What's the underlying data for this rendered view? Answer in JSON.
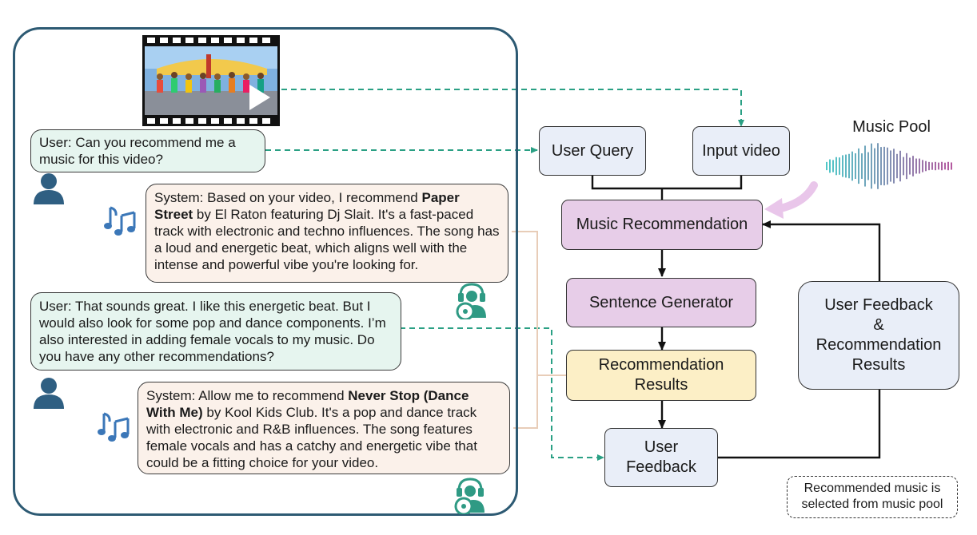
{
  "chat": {
    "user_query_1": "User: Can you recommend me a music for this video?",
    "system_reply_1": {
      "prefix": "System: Based on your video, I recommend ",
      "song": "Paper Street",
      "suffix": " by El Raton featuring Dj Slait. It's a fast-paced track with electronic and techno influences. The song has a loud and energetic beat, which aligns well with the intense and powerful vibe you're looking for."
    },
    "user_query_2": "User: That sounds great. I like this energetic beat. But I would also look for some pop and dance components. I’m also interested in adding female vocals to my music. Do you have any other recommendations?",
    "system_reply_2": {
      "prefix": "System: Allow me to recommend ",
      "song": "Never Stop (Dance With Me)",
      "suffix": " by Kool Kids Club. It's a pop and dance track with electronic and R&B influences. The song features female vocals and has a catchy and energetic vibe that could be a fitting choice for your video."
    }
  },
  "pipeline": {
    "user_query": "User Query",
    "input_video": "Input video",
    "music_pool": "Music Pool",
    "music_recommendation": "Music Recommendation",
    "sentence_generator": "Sentence Generator",
    "recommendation_results": "Recommendation Results",
    "user_feedback": "User Feedback",
    "feedback_results_line1": "User Feedback",
    "feedback_results_line2": "&",
    "feedback_results_line3": "Recommendation Results",
    "note": "Recommended music is selected from music pool"
  },
  "colors": {
    "panel_border": "#2d5a73",
    "user_bubble": "#e6f5ef",
    "system_bubble": "#fbf1ea",
    "user_icon": "#2f5f82",
    "music_note": "#3b77b8",
    "headphone_icon": "#2f9a84",
    "blue_box": "#e9eef8",
    "purple_box": "#e7cde8",
    "yellow_box": "#fcefc6",
    "dashed_teal": "#2aa084",
    "beige_line": "#e8cdb8",
    "pool_arrow": "#e9c6ea"
  },
  "icons": [
    "video-thumbnail",
    "play-icon",
    "user-icon",
    "music-note-icon",
    "headphone-dj-icon",
    "waveform-icon"
  ]
}
